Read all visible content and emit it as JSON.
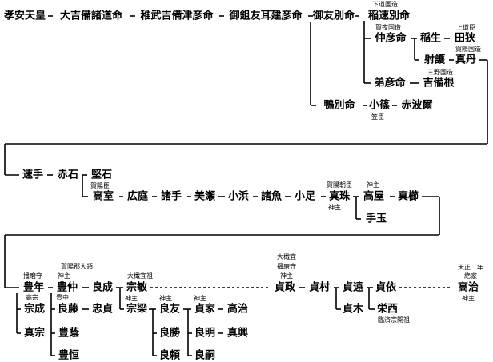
{
  "gen1": {
    "kouan": "孝安天皇",
    "kibimoro": "大吉備諸道命",
    "wakatake": "稚武吉備津彦命",
    "mitomo": "御鉏友耳建彦命"
  },
  "gen2": {
    "mitomowake": "御友別命",
    "kamo": "鴨別命",
    "kosasa": "小篠",
    "akahani": "赤波爾",
    "kosasa_title": "笠臣"
  },
  "gen3": {
    "inahaya": "稲速別命",
    "inahaya_title": "下道国造",
    "nakahiko": "仲彦命",
    "nakahiko_title": "賀夜国造",
    "inau": "稲生",
    "taka": "田狭",
    "taka_title": "上道臣",
    "ige": "射護",
    "mani": "真丹",
    "mani_title": "賀陽国造",
    "otohiko": "弟彦命",
    "kibine": "吉備根",
    "kibine_title": "三野国造"
  },
  "gen4": {
    "hayate": "速手",
    "akaishi": "赤石",
    "kataishi": "堅石",
    "kataishi_title": "賀陽臣",
    "takamuro": "高室",
    "hironiwa": "広庭",
    "morote": "諸手",
    "misena": "美瀬",
    "kohama": "小浜",
    "moroio": "諸魚",
    "koashi": "小足",
    "masutama": "真珠",
    "masutama_title_top": "賀陽朝臣",
    "masutama_title_bottom": "神主",
    "takaya": "高屋",
    "takaya_title": "神主",
    "makushi": "真櫛",
    "tedama": "手玉"
  },
  "gen5": {
    "toyotoshi": "豊年",
    "toyotoshi_title_top": "播磨守",
    "toyotoshi_title_bottom": "高宗",
    "munenari": "宗成",
    "sanemune": "真宗",
    "toyonaka": "豊仲",
    "toyonaka_title_top": "賀陽郡大領",
    "toyonaka_title_mid": "神主",
    "yoshifuji": "良藤",
    "yoshifuji_title": "豊中",
    "toyoshige": "豊蔭",
    "toyotsune": "豊恒",
    "yoshinari": "良成",
    "tadasada": "忠貞",
    "munetoshi": "宗敏",
    "munetoshi_title": "大檝宜祖",
    "muneyana": "宗梁",
    "muneyana_title": "神主",
    "yoshitomo": "良友",
    "yoshitomo_title": "神主",
    "yoshikatsu": "良勝",
    "yoshiyori": "良頼",
    "sadaie": "貞家",
    "sadaie_title": "神主",
    "takaharu1": "高治",
    "yoshiaki": "良明",
    "sadaoki": "真興",
    "yoshitsugu": "良嗣",
    "sadamasa": "貞政",
    "sadamasa_title_1": "大檝宜",
    "sadamasa_title_2": "播磨守",
    "sadamasa_title_3": "神主",
    "sadamura": "貞村",
    "sadato": "貞遠",
    "sadaki": "貞木",
    "sadayori": "貞依",
    "eisai": "栄西",
    "eisai_title": "臨済宗開祖",
    "takaharu2": "高治",
    "takaharu2_title_1": "天正二年",
    "takaharu2_title_2": "絶家",
    "takaharu2_title_3": "神主"
  }
}
